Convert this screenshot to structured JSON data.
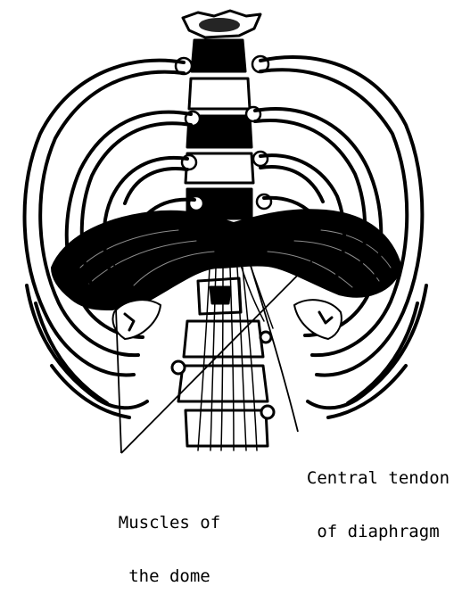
{
  "figure": {
    "ink_color": "#000000",
    "paper_color": "#ffffff"
  },
  "labels": {
    "central_tendon": {
      "line1": "Central tendon",
      "line2": "of diaphragm"
    },
    "muscles_dome": {
      "line1": "Muscles of",
      "line2": "the dome"
    }
  }
}
